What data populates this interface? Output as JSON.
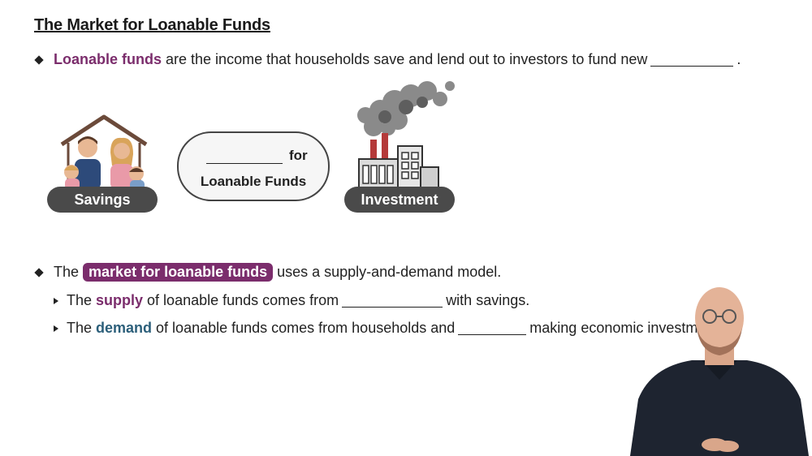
{
  "title": "The Market for Loanable Funds",
  "bullet1": {
    "keyword": "Loanable funds",
    "text": "are the income that households save and lend out to investors to fund new",
    "end": "."
  },
  "diagram": {
    "savings_label": "Savings",
    "market_for": "for",
    "market_line2": "Loanable Funds",
    "investment_label": "Investment",
    "icons": [
      "family-house-icon",
      "factory-icon"
    ]
  },
  "bullet2": {
    "prefix": "The",
    "highlight": "market for loanable funds",
    "suffix": "uses a supply-and-demand model."
  },
  "sub1": {
    "prefix": "The",
    "keyword": "supply",
    "middle": "of loanable funds comes from",
    "suffix": "with savings."
  },
  "sub2": {
    "prefix": "The",
    "keyword": "demand",
    "middle": "of loanable funds comes from households and",
    "suffix": "making economic investment"
  },
  "colors": {
    "purple": "#7b2d6c",
    "teal": "#2c5f7a",
    "pill": "#4a4a4a"
  },
  "presenter": "video-presenter-overlay"
}
